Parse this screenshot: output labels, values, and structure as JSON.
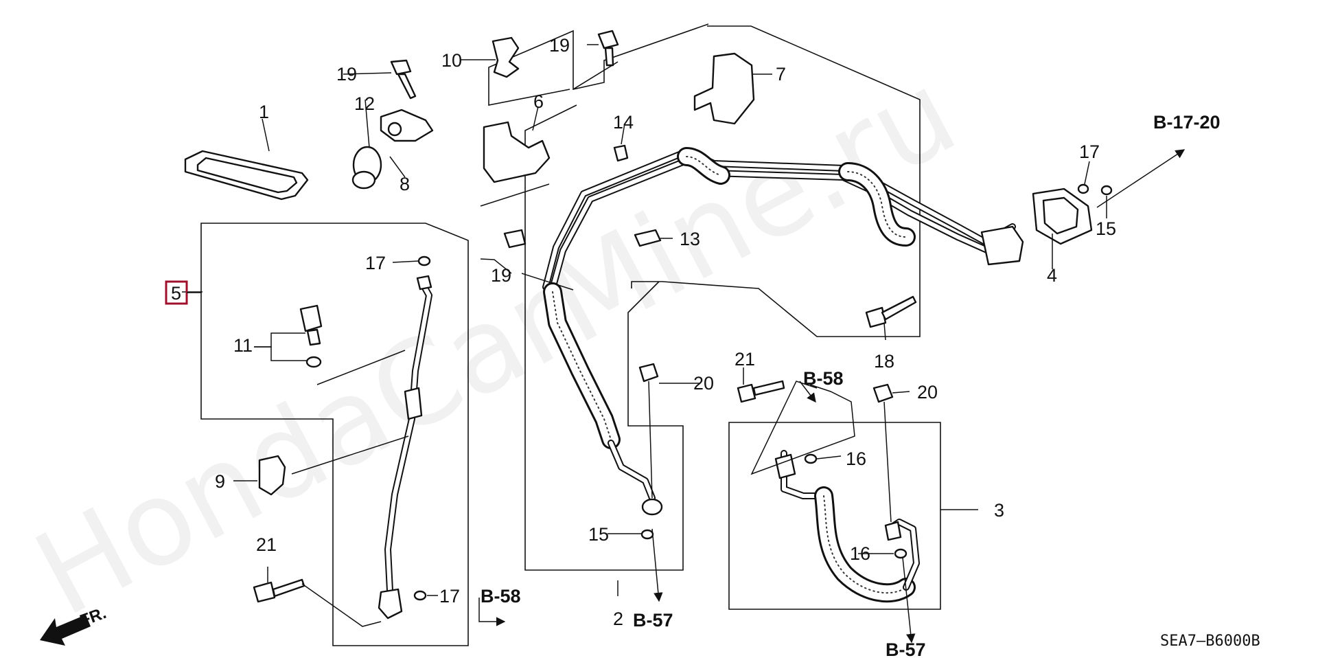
{
  "watermark": "HondaCarMine.ru",
  "diagram_code": "SEA7—B6000B",
  "direction_label": "FR.",
  "callouts": {
    "c1": "1",
    "c2": "2",
    "c3": "3",
    "c4": "4",
    "c5": "5",
    "c6": "6",
    "c7": "7",
    "c8": "8",
    "c9": "9",
    "c10": "10",
    "c11": "11",
    "c12": "12",
    "c13": "13",
    "c14": "14",
    "c15a": "15",
    "c15b": "15",
    "c16a": "16",
    "c16b": "16",
    "c17a": "17",
    "c17b": "17",
    "c17c": "17",
    "c18": "18",
    "c19a": "19",
    "c19b": "19",
    "c19c": "19",
    "c20a": "20",
    "c20b": "20",
    "c21a": "21",
    "c21b": "21"
  },
  "refs": {
    "b1720": "B-17-20",
    "b58a": "B-58",
    "b58b": "B-58",
    "b57a": "B-57",
    "b57b": "B-57"
  },
  "highlight_color": "#a0102c"
}
